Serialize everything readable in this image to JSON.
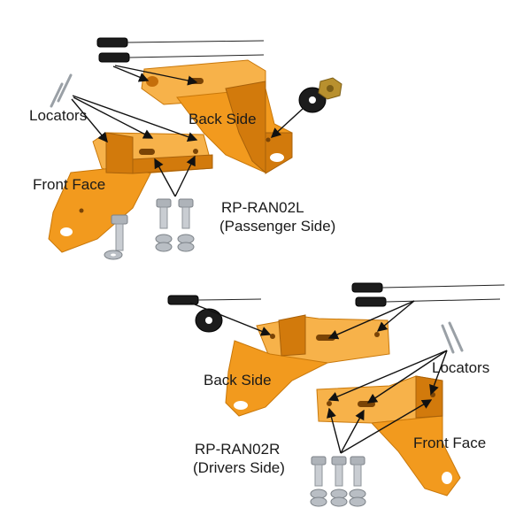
{
  "colors": {
    "bracket": "#f29a1e",
    "bracket_light": "#f7b24a",
    "bracket_dark": "#d27a0c",
    "bolt": "#c9cdd2",
    "bolt_dark": "#8e949a",
    "washer": "#b9bec4",
    "rubber": "#1c1c1c",
    "nut": "#b8902e",
    "line": "#111111",
    "text": "#1a1a1a"
  },
  "top_kit": {
    "locators_label": "Locators",
    "back_side_label": "Back Side",
    "front_face_label": "Front Face",
    "part_number": "RP-RAN02L",
    "side_label": "(Passenger Side)"
  },
  "bottom_kit": {
    "locators_label": "Locators",
    "back_side_label": "Back Side",
    "front_face_label": "Front Face",
    "part_number": "RP-RAN02R",
    "side_label": "(Drivers Side)"
  }
}
